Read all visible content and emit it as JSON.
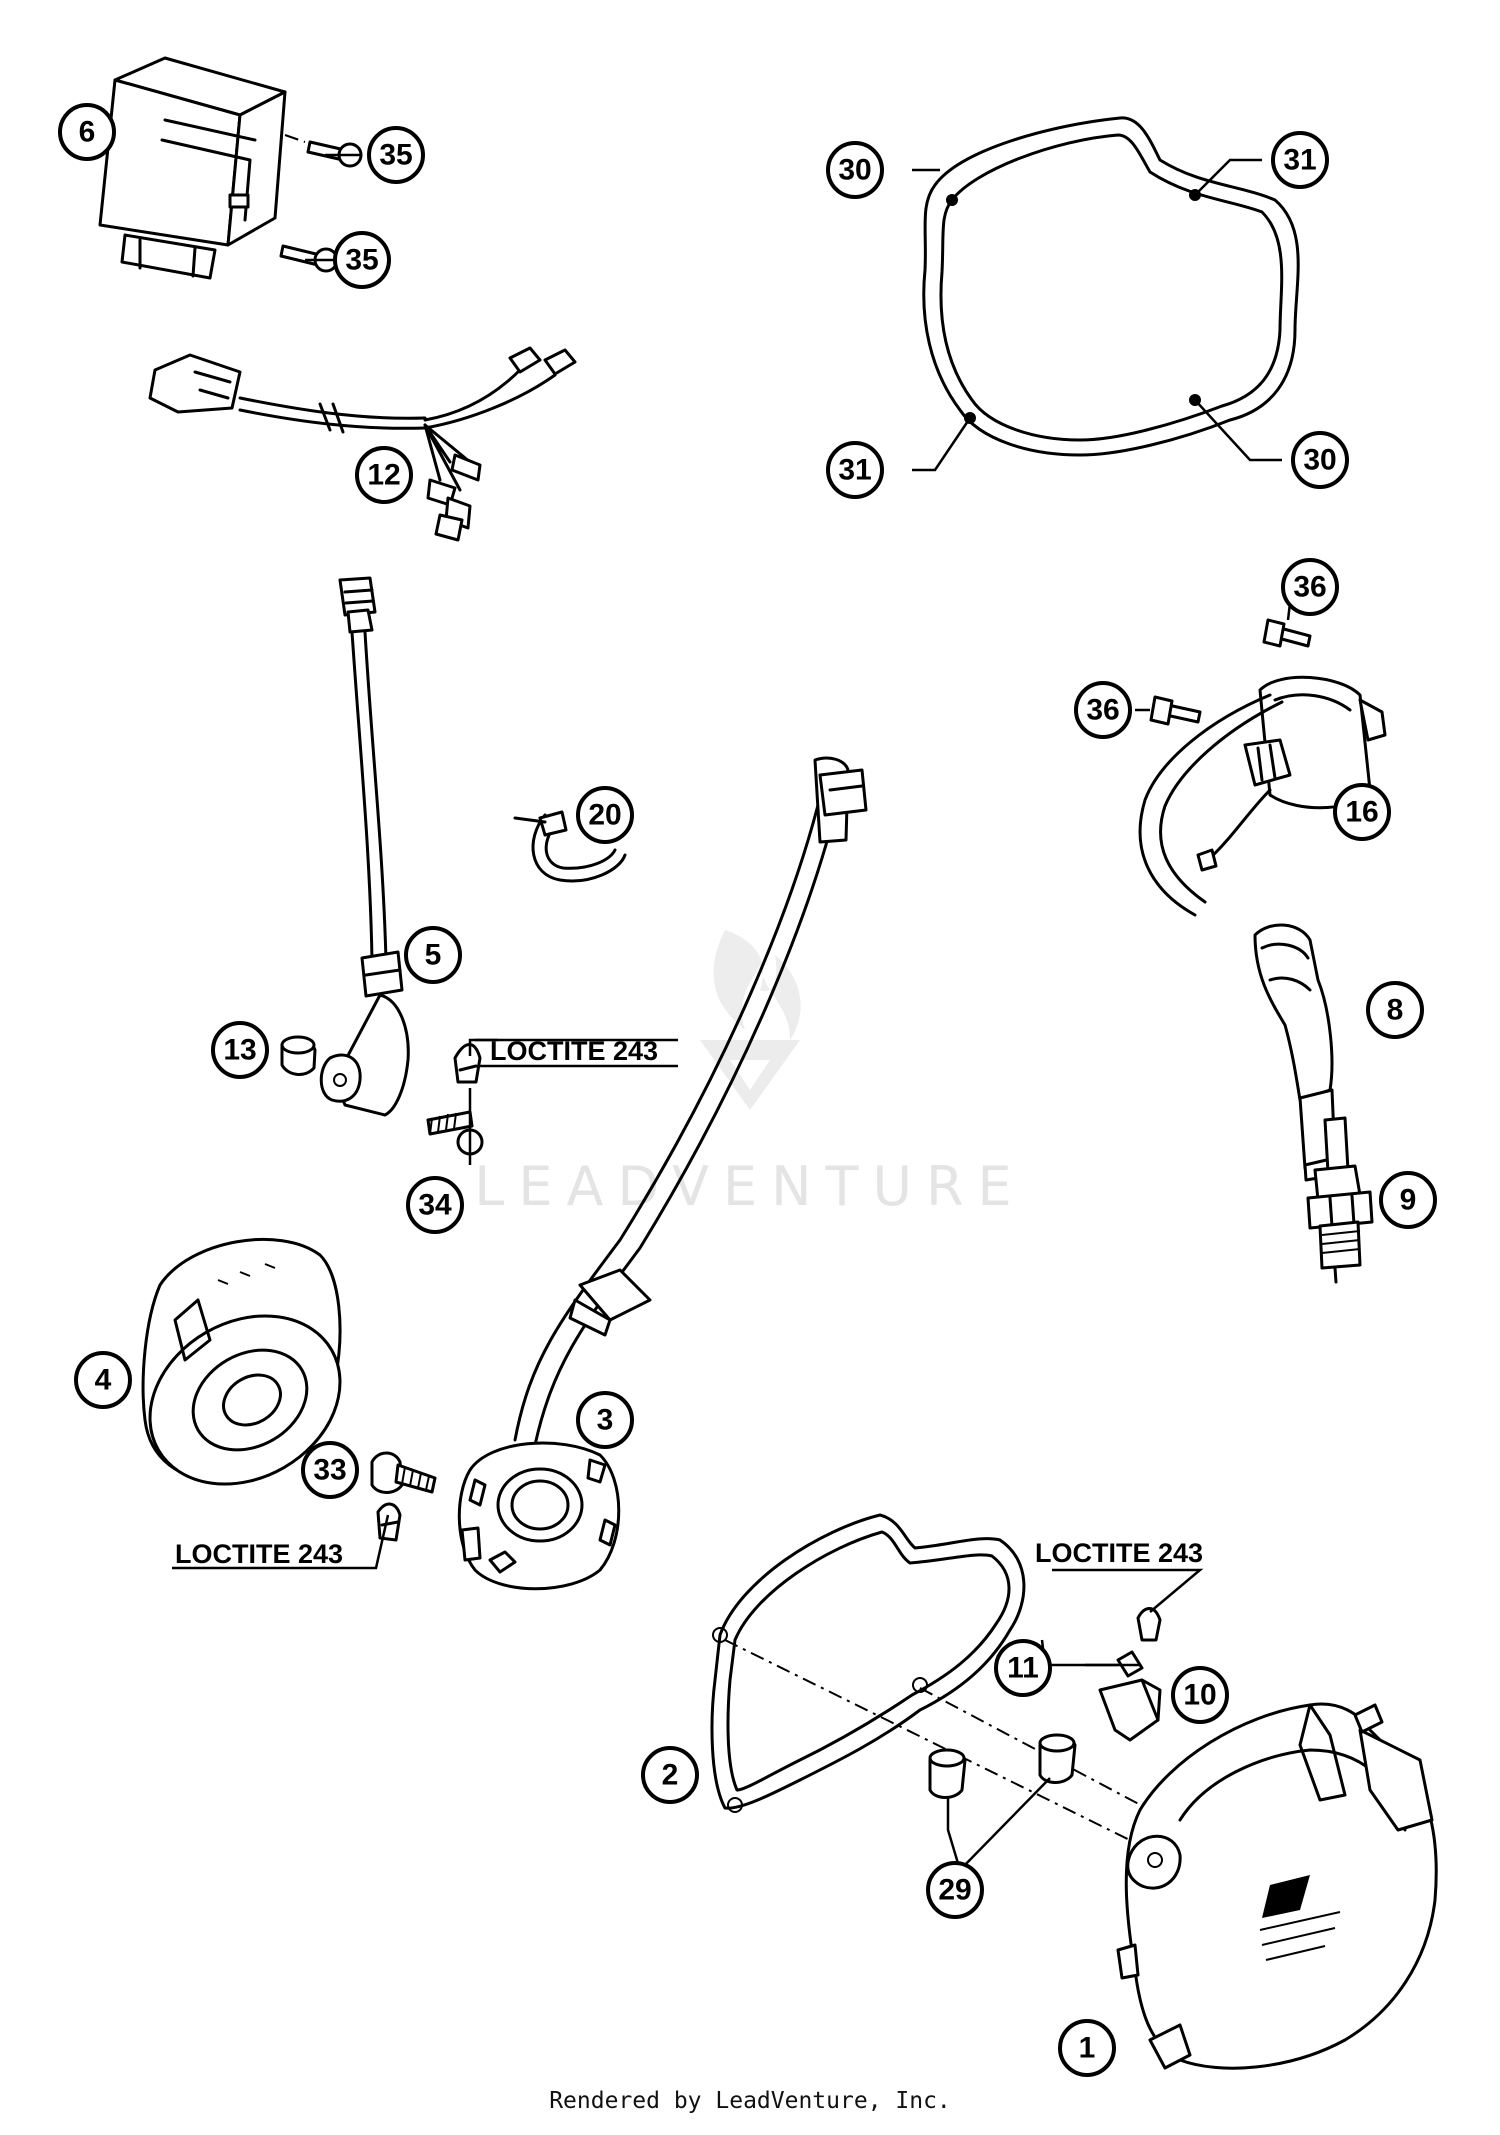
{
  "watermark": {
    "text": "LEADVENTURE"
  },
  "footer": {
    "text": "Rendered by LeadVenture, Inc."
  },
  "loctite": [
    {
      "text": "LOCTITE 243"
    },
    {
      "text": "LOCTITE 243"
    },
    {
      "text": "LOCTITE 243"
    }
  ],
  "callouts": [
    {
      "number": "6"
    },
    {
      "number": "35"
    },
    {
      "number": "35"
    },
    {
      "number": "12"
    },
    {
      "number": "30"
    },
    {
      "number": "31"
    },
    {
      "number": "31"
    },
    {
      "number": "30"
    },
    {
      "number": "36"
    },
    {
      "number": "36"
    },
    {
      "number": "16"
    },
    {
      "number": "20"
    },
    {
      "number": "5"
    },
    {
      "number": "13"
    },
    {
      "number": "34"
    },
    {
      "number": "8"
    },
    {
      "number": "9"
    },
    {
      "number": "4"
    },
    {
      "number": "3"
    },
    {
      "number": "33"
    },
    {
      "number": "11"
    },
    {
      "number": "10"
    },
    {
      "number": "2"
    },
    {
      "number": "29"
    },
    {
      "number": "1"
    }
  ]
}
